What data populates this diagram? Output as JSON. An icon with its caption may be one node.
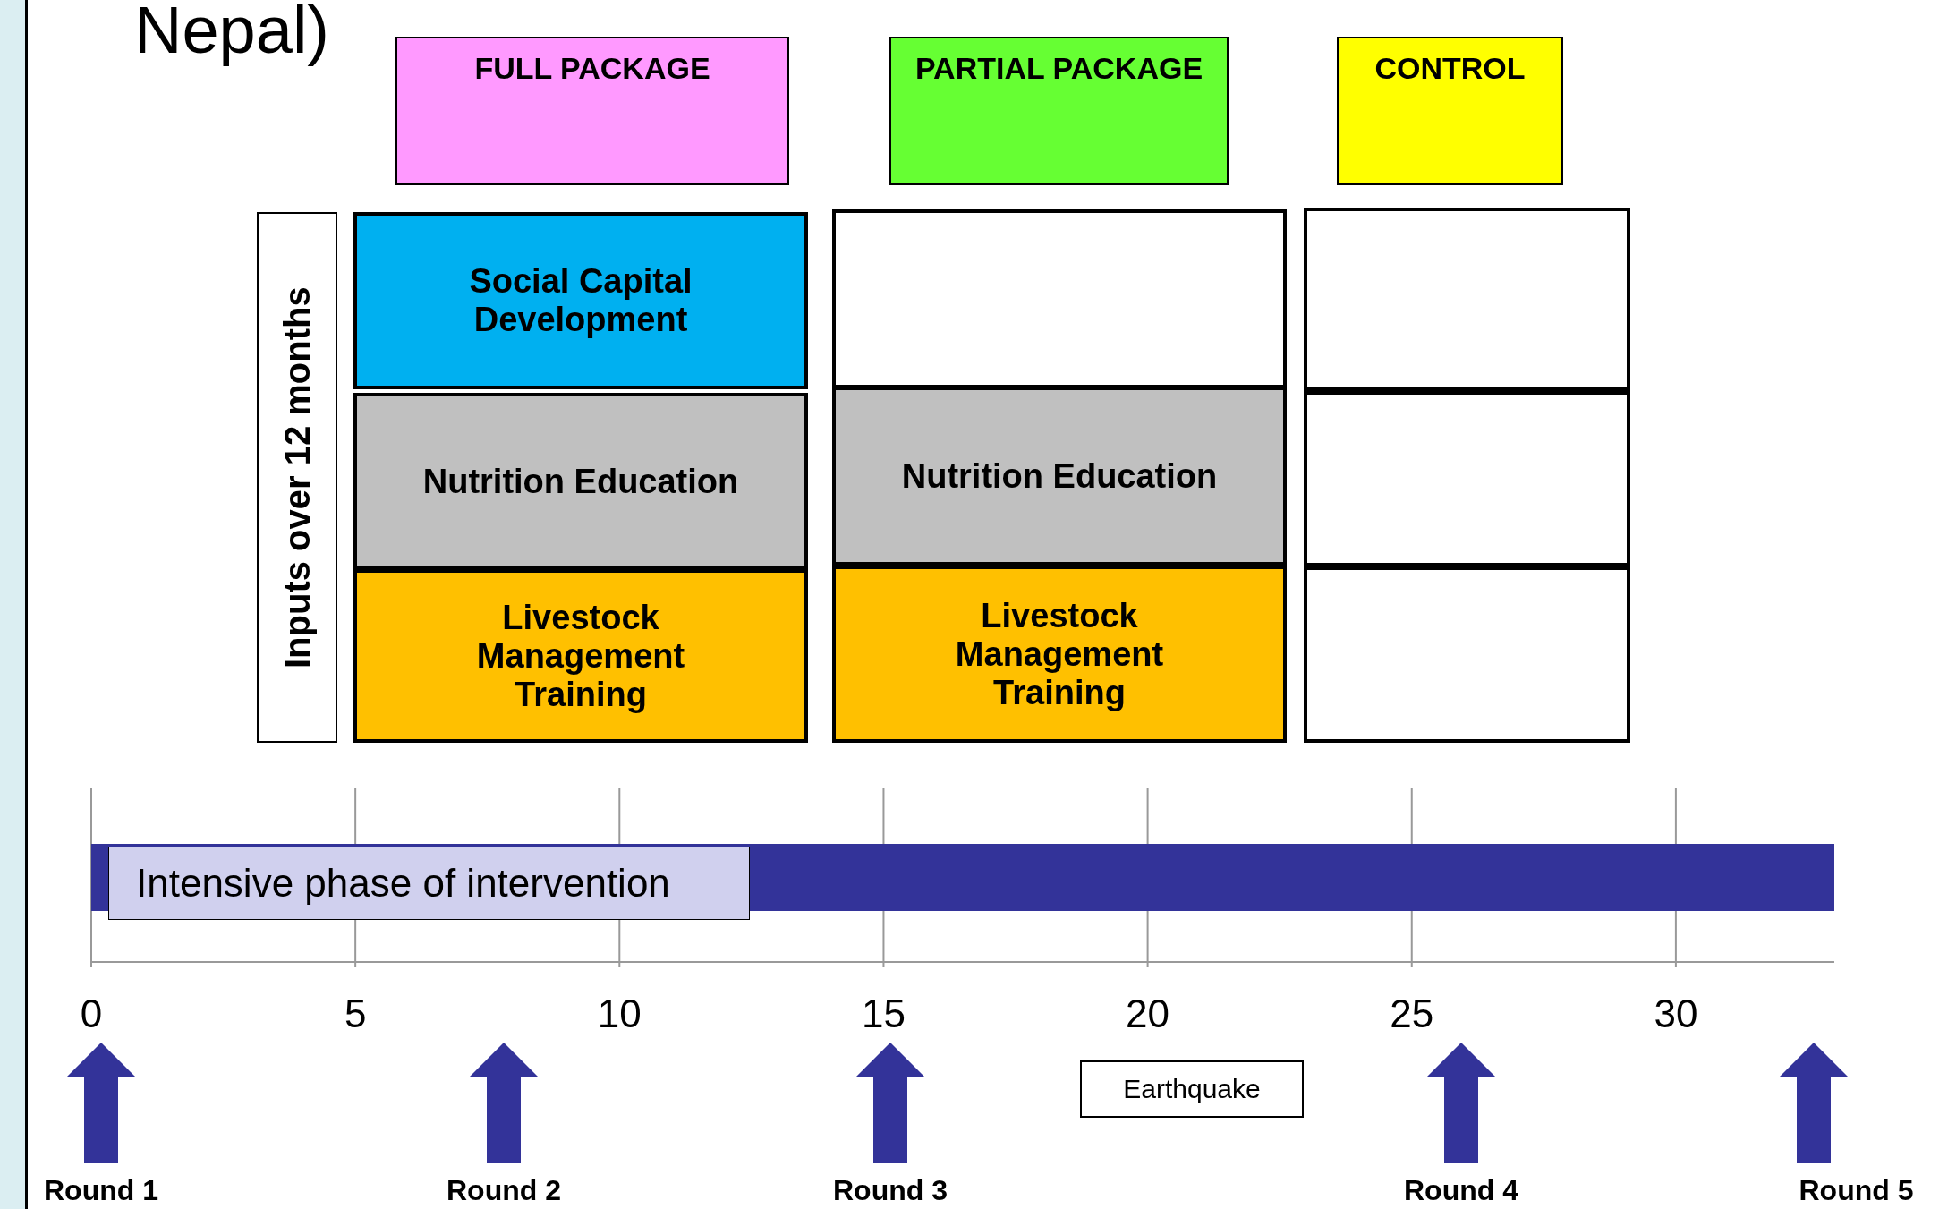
{
  "diagram": {
    "title": "Nepal)",
    "nodes": [
      {
        "text": [
          "FULL PACKAGE"
        ]
      },
      {
        "text": [
          "PARTIAL PACKAGE"
        ]
      },
      {
        "text": [
          "CONTROL"
        ]
      },
      {
        "text": [
          "Inputs over 12 months"
        ]
      },
      {
        "text": [
          "Social Capital Development"
        ]
      },
      {
        "text": [
          "Nutrition Education"
        ]
      },
      {
        "text": [
          "Livestock Management Training"
        ]
      },
      {
        "text": [],
        "shape": "box"
      },
      {
        "text": [
          "Nutrition Education"
        ]
      },
      {
        "text": [
          "Livestock Management Training"
        ]
      },
      {
        "text": [],
        "shape": "box"
      },
      {
        "text": [],
        "shape": "box"
      },
      {
        "text": [],
        "shape": "box"
      },
      {
        "text": [
          "Intensive phase of intervention"
        ]
      },
      {
        "text": [
          "Earthquake"
        ]
      },
      {
        "text": [],
        "shape": "bar"
      }
    ],
    "edges": [],
    "labels": [
      "Round 1",
      "Round 2",
      "Round 3",
      "Round 4",
      "Round 5"
    ],
    "chart_data": {
      "type": "bar",
      "orientation": "horizontal",
      "categories": [
        null
      ],
      "series": [
        {
          "color": "#333399",
          "values": [
            33
          ]
        }
      ],
      "xlim": [
        0,
        33
      ],
      "grid": true,
      "xticks": [
        0,
        5,
        10,
        15,
        20,
        25,
        30
      ]
    }
  }
}
